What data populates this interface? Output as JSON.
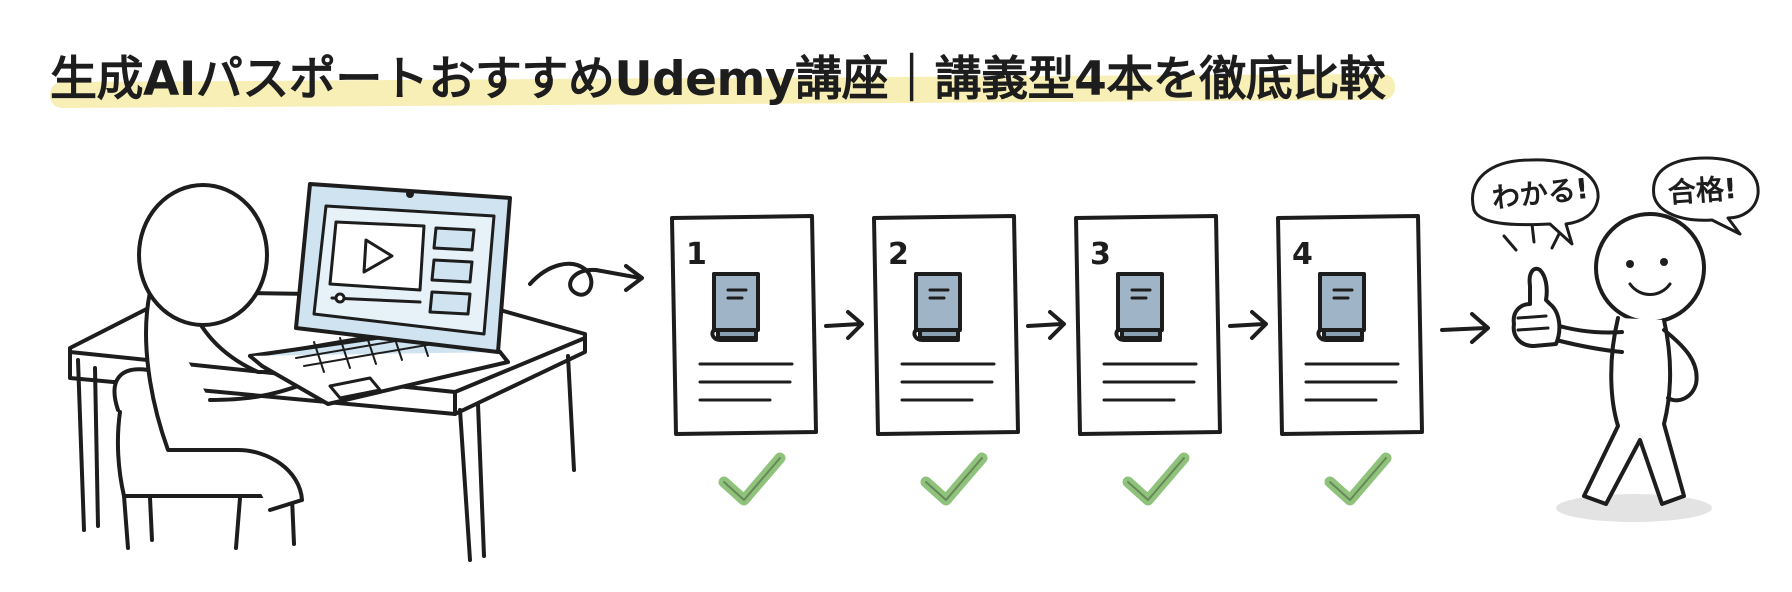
{
  "title": "生成AIパスポートおすすめUdemy講座｜講義型4本を徹底比較",
  "courses": [
    {
      "number": "1"
    },
    {
      "number": "2"
    },
    {
      "number": "3"
    },
    {
      "number": "4"
    }
  ],
  "speech": {
    "left": "わかる!",
    "right": "合格!"
  },
  "colors": {
    "title_highlight": "#f8efb6",
    "screen_blue": "#cfe3f0",
    "book_blue": "#9fb4c6",
    "check_green": "#8fc27a",
    "line": "#1d1d1d"
  }
}
